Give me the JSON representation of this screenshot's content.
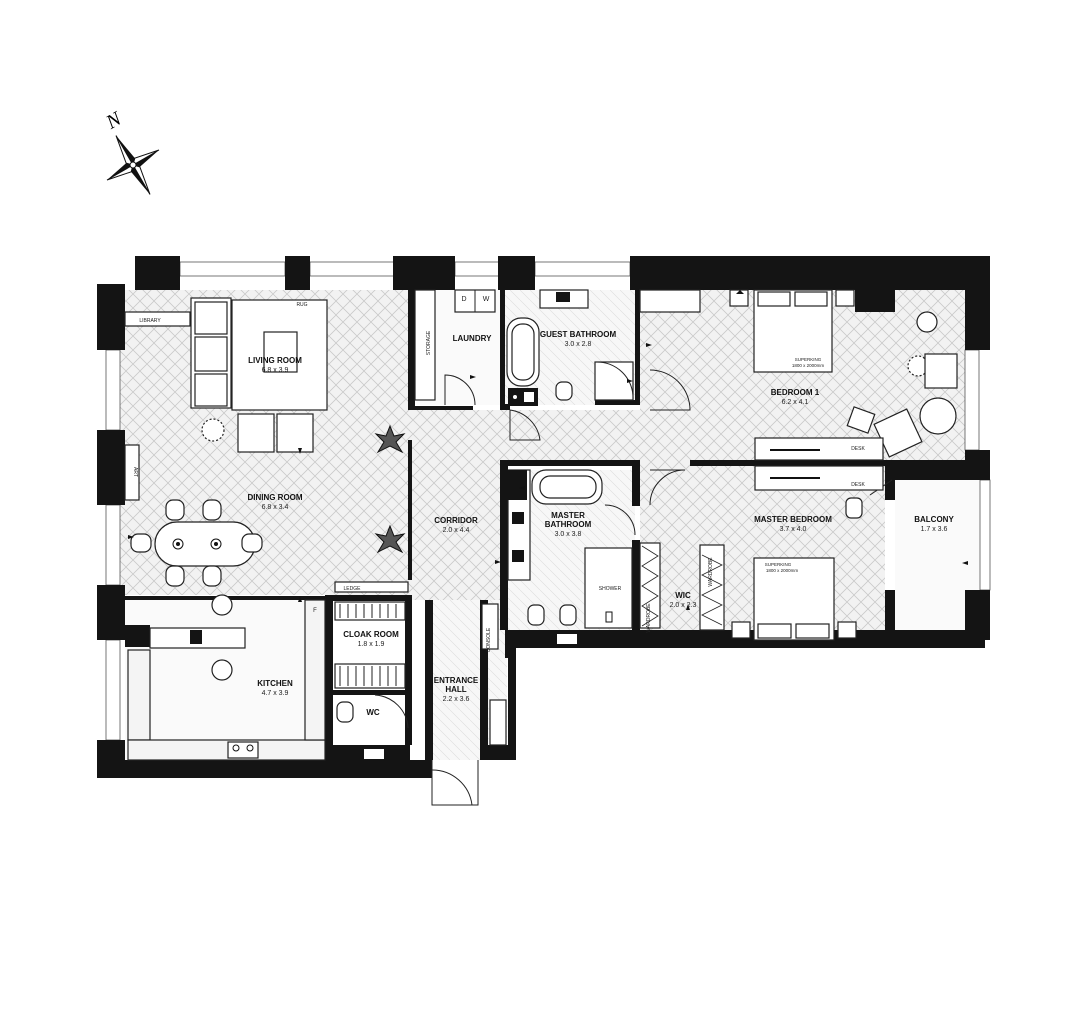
{
  "compass": {
    "north_label": "N"
  },
  "rooms": {
    "living": {
      "name": "LIVING ROOM",
      "size": "6.8 x 3.9"
    },
    "dining": {
      "name": "DINING ROOM",
      "size": "6.8 x 3.4"
    },
    "kitchen": {
      "name": "KITCHEN",
      "size": "4.7 x 3.9"
    },
    "laundry": {
      "name": "LAUNDRY"
    },
    "guest_bath": {
      "name": "GUEST BATHROOM",
      "size": "3.0 x 2.8"
    },
    "bedroom1": {
      "name": "BEDROOM 1",
      "size": "6.2 x 4.1"
    },
    "corridor": {
      "name": "CORRIDOR",
      "size": "2.0 x 4.4"
    },
    "master_bath": {
      "name_line1": "MASTER",
      "name_line2": "BATHROOM",
      "size": "3.0 x 3.8"
    },
    "master_bed": {
      "name": "MASTER BEDROOM",
      "size": "3.7 x 4.0"
    },
    "balcony": {
      "name": "BALCONY",
      "size": "1.7 x 3.6"
    },
    "wic": {
      "name": "WIC",
      "size": "2.0 x 2.3"
    },
    "cloak": {
      "name": "CLOAK ROOM",
      "size": "1.8 x 1.9"
    },
    "entrance": {
      "name_line1": "ENTRANCE",
      "name_line2": "HALL",
      "size": "2.2 x 3.6"
    },
    "wc": {
      "name": "WC"
    }
  },
  "labels": {
    "rug": "RUG",
    "library": "LIBRARY",
    "art": "ART",
    "storage": "STORAGE",
    "dryer": "D",
    "washer": "W",
    "ledge": "LEDGE",
    "fridge": "F",
    "console": "CONSOLE",
    "shower": "SHOWER",
    "wardrobe_1": "WARDROBE",
    "wardrobe_2": "WARDROBE",
    "desk_1": "DESK",
    "desk_2": "DESK",
    "bed1_type": "SUPERKING",
    "bed1_size": "1800 x 2000mm",
    "bed2_type": "SUPERKING",
    "bed2_size": "1800 x 2000mm"
  }
}
